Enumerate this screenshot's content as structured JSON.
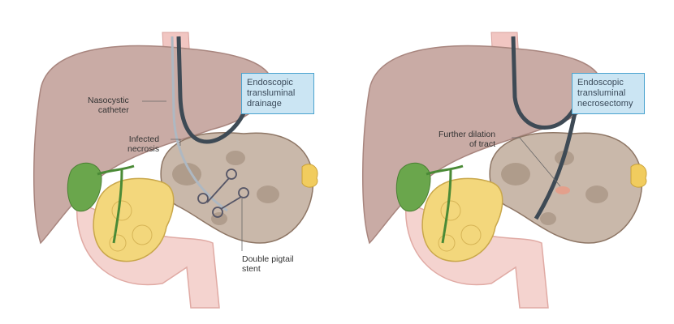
{
  "left_panel": {
    "callout": [
      "Endoscopic",
      "transluminal",
      "drainage"
    ],
    "labels": {
      "nasocystic": [
        "Nasocystic",
        "catheter"
      ],
      "necrosis": [
        "Infected",
        "necrosis"
      ],
      "stent": [
        "Double pigtail",
        "stent"
      ]
    }
  },
  "right_panel": {
    "callout": [
      "Endoscopic",
      "transluminal",
      "necrosectomy"
    ],
    "labels": {
      "dilation": [
        "Further dilation",
        "of tract"
      ]
    }
  },
  "colors": {
    "liver": "#c9aba5",
    "pancreas": "#f3d77c",
    "gallbladder": "#6aa64c",
    "callout_fill": "#cbe5f3",
    "callout_border": "#4aa3cf"
  }
}
